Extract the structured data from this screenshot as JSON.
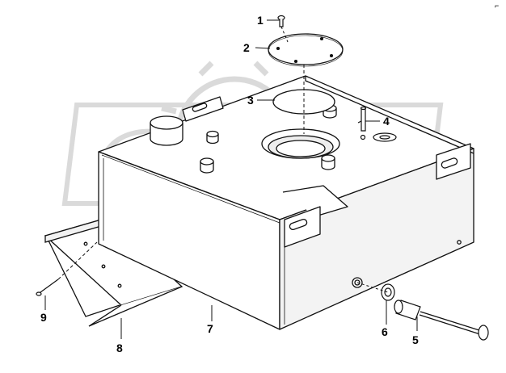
{
  "watermark": {
    "text": "OPEX"
  },
  "corner_mark": "⌐",
  "callouts": [
    {
      "id": "1",
      "label": "1"
    },
    {
      "id": "2",
      "label": "2"
    },
    {
      "id": "3",
      "label": "3"
    },
    {
      "id": "4",
      "label": "4"
    },
    {
      "id": "5",
      "label": "5"
    },
    {
      "id": "6",
      "label": "6"
    },
    {
      "id": "7",
      "label": "7"
    },
    {
      "id": "8",
      "label": "8"
    },
    {
      "id": "9",
      "label": "9"
    }
  ],
  "colors": {
    "line": "#111111",
    "watermark": "#d9d9d9",
    "fill_light": "#ffffff",
    "fill_shade": "#f1f1f1"
  }
}
